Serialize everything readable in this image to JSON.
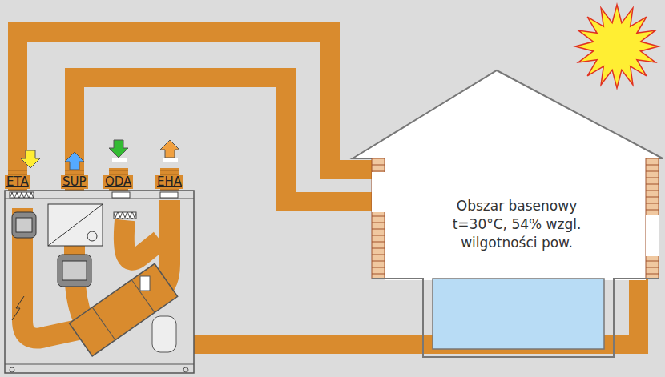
{
  "diagram": {
    "nodes": [
      {
        "text": [
          "Obszar basenowy t=30°C, 54% wzgl. wilgotności pow."
        ]
      }
    ],
    "labels": [
      "ETA",
      "SUP",
      "ODA",
      "EHA"
    ]
  }
}
